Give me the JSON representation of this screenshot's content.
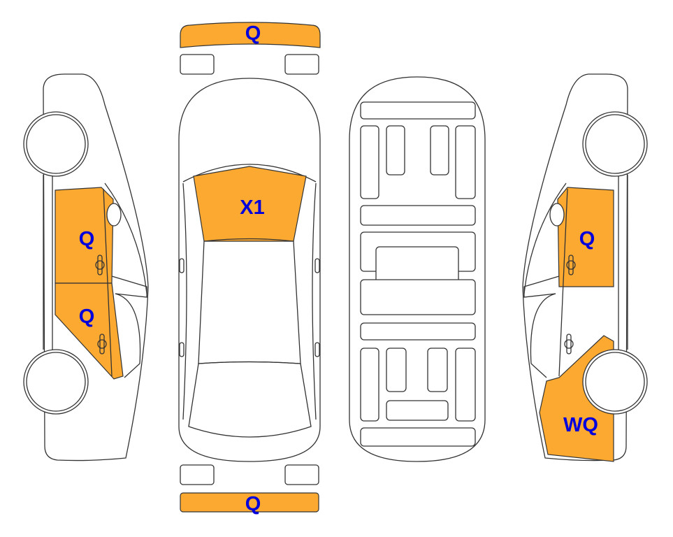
{
  "colors": {
    "damage_fill": "#FBA930",
    "label_text": "#0000DD",
    "outline": "#333333"
  },
  "panels": {
    "front_bumper": {
      "label": "Q",
      "damaged": true
    },
    "windshield": {
      "label": "X1",
      "damaged": true
    },
    "left_front_door": {
      "label": "Q",
      "damaged": true
    },
    "left_rear_door": {
      "label": "Q",
      "damaged": true
    },
    "right_front_door": {
      "label": "Q",
      "damaged": true
    },
    "right_rear_fender": {
      "label": "WQ",
      "damaged": true
    },
    "rear_bumper": {
      "label": "Q",
      "damaged": true
    }
  }
}
